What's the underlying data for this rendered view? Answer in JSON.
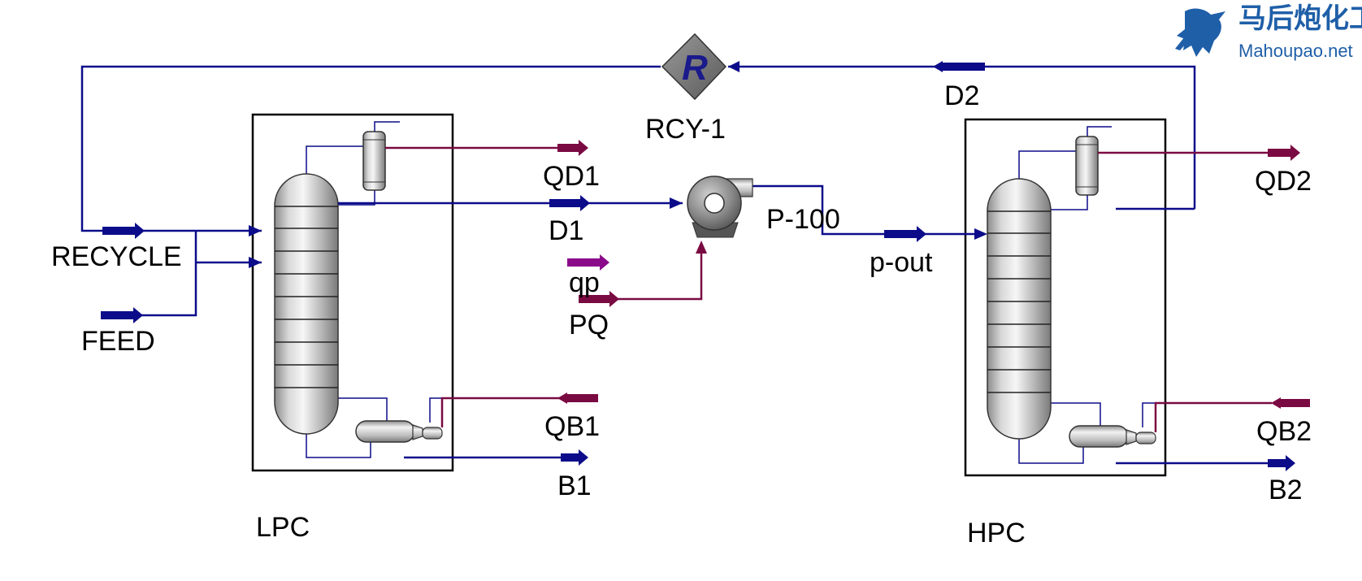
{
  "colors": {
    "material_stream": "#0c0c8a",
    "energy_stream": "#7a0a42",
    "utility_stream": "#8a0a8a",
    "block_border": "#000000",
    "column_metal": "#b8b8b8",
    "logo": "#1f5fa8"
  },
  "logo": {
    "icon": "horse-icon",
    "chinese": "马后炮化工",
    "latin": "Mahoupao.net"
  },
  "blocks": {
    "lpc": {
      "label": "LPC",
      "icon": "distillation-column-icon"
    },
    "hpc": {
      "label": "HPC",
      "icon": "distillation-column-icon"
    },
    "pump": {
      "label": "P-100",
      "icon": "pump-icon"
    },
    "recycle": {
      "label": "RCY-1",
      "symbol": "R",
      "icon": "recycle-diamond-icon"
    }
  },
  "streams": {
    "recycle": "RECYCLE",
    "feed": "FEED",
    "qd1": "QD1",
    "d1": "D1",
    "qb1": "QB1",
    "b1": "B1",
    "qp": "qp",
    "pq": "PQ",
    "p_out": "p-out",
    "d2": "D2",
    "qd2": "QD2",
    "qb2": "QB2",
    "b2": "B2"
  }
}
